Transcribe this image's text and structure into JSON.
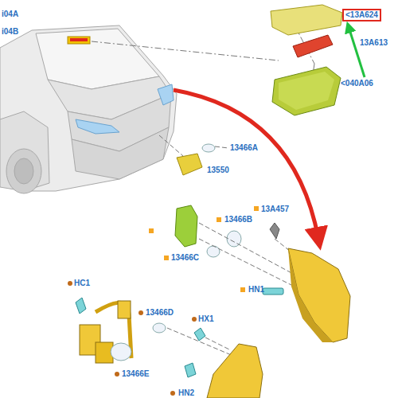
{
  "diagram": {
    "nodes": [
      {
        "text": [
          "<13A624"
        ]
      }
    ],
    "labels": [
      "i04A",
      "i04B",
      "13A613",
      "<040A06",
      "13466A",
      "13550",
      "13466B",
      "13A457",
      "13466C",
      "HN1",
      "HC1",
      "13466D",
      "HX1",
      "13466E",
      "HN2"
    ]
  }
}
